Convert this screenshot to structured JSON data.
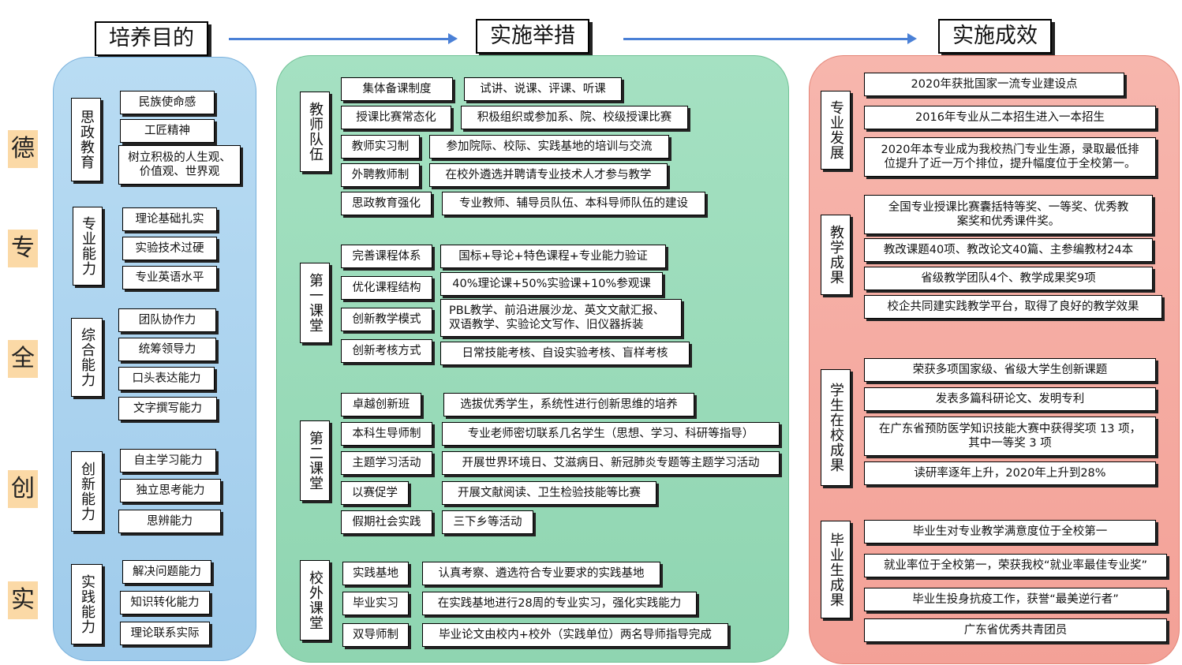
{
  "side_chars": [
    "德",
    "专",
    "全",
    "创",
    "实"
  ],
  "headers": {
    "goal": "培养目的",
    "measure": "实施举措",
    "effect": "实施成效"
  },
  "goal": {
    "groups": [
      {
        "title": "思政教育",
        "items": [
          "民族使命感",
          "工匠精神",
          "树立积极的人生观、\n价值观、世界观"
        ]
      },
      {
        "title": "专业能力",
        "items": [
          "理论基础扎实",
          "实验技术过硬",
          "专业英语水平"
        ]
      },
      {
        "title": "综合能力",
        "items": [
          "团队协作力",
          "统筹领导力",
          "口头表达能力",
          "文字撰写能力"
        ]
      },
      {
        "title": "创新能力",
        "items": [
          "自主学习能力",
          "独立思考能力",
          "思辨能力"
        ]
      },
      {
        "title": "实践能力",
        "items": [
          "解决问题能力",
          "知识转化能力",
          "理论联系实际"
        ]
      }
    ]
  },
  "measure": {
    "groups": [
      {
        "title": "教师队伍",
        "rows": [
          {
            "name": "集体备课制度",
            "detail": "试讲、说课、评课、听课"
          },
          {
            "name": "授课比赛常态化",
            "detail": "积极组织或参加系、院、校级授课比赛"
          },
          {
            "name": "教师实习制",
            "detail": "参加院际、校际、实践基地的培训与交流"
          },
          {
            "name": "外聘教师制",
            "detail": "在校外遴选并聘请专业技术人才参与教学"
          },
          {
            "name": "思政教育强化",
            "detail": "专业教师、辅导员队伍、本科导师队伍的建设"
          }
        ]
      },
      {
        "title": "第一课堂",
        "rows": [
          {
            "name": "完善课程体系",
            "detail": "国标+导论+特色课程+专业能力验证"
          },
          {
            "name": "优化课程结构",
            "detail": "40%理论课+50%实验课+10%参观课"
          },
          {
            "name": "创新教学模式",
            "detail": "PBL教学、前沿进展沙龙、英文文献汇报、\n双语教学、实验论文写作、旧仪器拆装"
          },
          {
            "name": "创新考核方式",
            "detail": "日常技能考核、自设实验考核、盲样考核"
          }
        ]
      },
      {
        "title": "第二课堂",
        "rows": [
          {
            "name": "卓越创新班",
            "detail": "选拔优秀学生，系统性进行创新思维的培养"
          },
          {
            "name": "本科生导师制",
            "detail": "专业老师密切联系几名学生（思想、学习、科研等指导）"
          },
          {
            "name": "主题学习活动",
            "detail": "开展世界环境日、艾滋病日、新冠肺炎专题等主题学习活动"
          },
          {
            "name": "以赛促学",
            "detail": "开展文献阅读、卫生检验技能等比赛"
          },
          {
            "name": "假期社会实践",
            "detail": "三下乡等活动"
          }
        ]
      },
      {
        "title": "校外课堂",
        "rows": [
          {
            "name": "实践基地",
            "detail": "认真考察、遴选符合专业要求的实践基地"
          },
          {
            "name": "毕业实习",
            "detail": "在实践基地进行28周的专业实习，强化实践能力"
          },
          {
            "name": "双导师制",
            "detail": "毕业论文由校内+校外（实践单位）两名导师指导完成"
          }
        ]
      }
    ]
  },
  "effect": {
    "groups": [
      {
        "title": "专业发展",
        "items": [
          "2020年获批国家一流专业建设点",
          "2016年专业从二本招生进入一本招生",
          "2020年本专业成为我校热门专业生源，录取最低排\n位提升了近一万个排位，提升幅度位于全校第一。"
        ]
      },
      {
        "title": "教学成果",
        "items": [
          "全国专业授课比赛囊括特等奖、一等奖、优秀教\n案奖和优秀课件奖。",
          "教改课题40项、教改论文40篇、主参编教材24本",
          "省级教学团队4个、教学成果奖9项",
          "校企共同建实践教学平台，取得了良好的教学效果"
        ]
      },
      {
        "title": "学生在校成果",
        "items": [
          "荣获多项国家级、省级大学生创新课题",
          "发表多篇科研论文、发明专利",
          "在广东省预防医学知识技能大赛中获得奖项 13 项，\n其中一等奖 3 项",
          "读研率逐年上升，2020年上升到28%"
        ]
      },
      {
        "title": "毕业生成果",
        "items": [
          "毕业生对专业教学满意度位于全校第一",
          "就业率位于全校第一，荣获我校“就业率最佳专业奖”",
          "毕业生投身抗疫工作，获誉“最美逆行者”",
          "广东省优秀共青团员"
        ]
      }
    ]
  },
  "colors": {
    "arrow": "#4a80d6",
    "goal_panel": "#a9d3ef",
    "measure_panel": "#97d9b6",
    "effect_panel": "#f5aa9f",
    "side_char_bg": "#fbd9a6"
  }
}
